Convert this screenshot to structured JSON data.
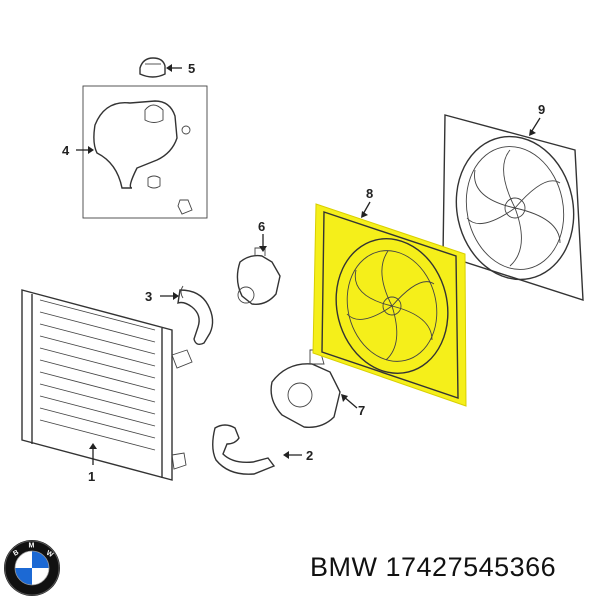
{
  "diagram": {
    "callouts": [
      {
        "id": "1",
        "label": "1"
      },
      {
        "id": "2",
        "label": "2"
      },
      {
        "id": "3",
        "label": "3"
      },
      {
        "id": "4",
        "label": "4"
      },
      {
        "id": "5",
        "label": "5"
      },
      {
        "id": "6",
        "label": "6"
      },
      {
        "id": "7",
        "label": "7"
      },
      {
        "id": "8",
        "label": "8"
      },
      {
        "id": "9",
        "label": "9"
      }
    ],
    "highlight_color": "#f5ef1a"
  },
  "caption": {
    "brand": "BMW",
    "part_number": "17427545366"
  },
  "logo": {
    "text": "BMW",
    "colors": {
      "blue": "#1c69d4",
      "black": "#111111",
      "white": "#ffffff"
    }
  }
}
